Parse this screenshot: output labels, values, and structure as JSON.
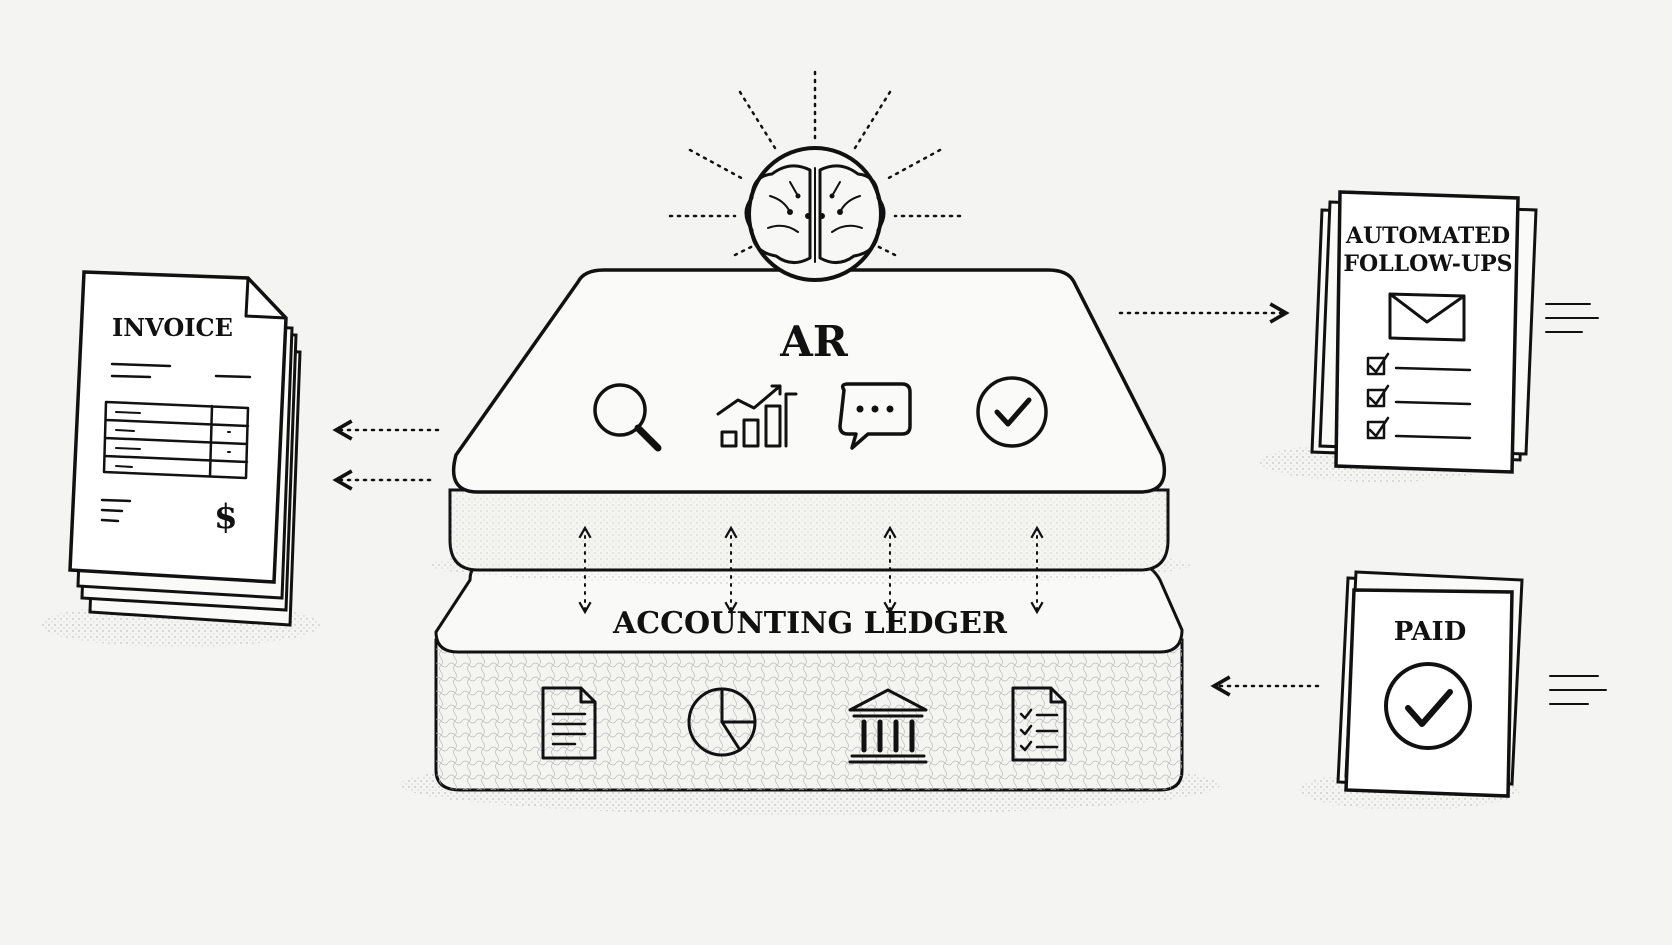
{
  "diagram": {
    "invoice": {
      "title": "INVOICE",
      "currency_symbol": "$"
    },
    "ar_platform": {
      "label": "AR",
      "icons": [
        "search-icon",
        "growth-chart-icon",
        "chat-bubble-icon",
        "check-circle-icon"
      ]
    },
    "ai_brain": {
      "icon": "brain-icon"
    },
    "ledger": {
      "label": "ACCOUNTING LEDGER",
      "icons": [
        "document-icon",
        "pie-chart-icon",
        "bank-icon",
        "checklist-icon"
      ]
    },
    "follow_ups": {
      "title_line1": "AUTOMATED",
      "title_line2": "FOLLOW-UPS",
      "icons": [
        "envelope-icon",
        "checkbox-icon"
      ]
    },
    "paid": {
      "title": "PAID",
      "icon": "check-circle-icon"
    }
  },
  "colors": {
    "ink": "#111111",
    "paper": "#ffffff",
    "background": "#f4f4f2",
    "platform": "#f7f7f5"
  }
}
